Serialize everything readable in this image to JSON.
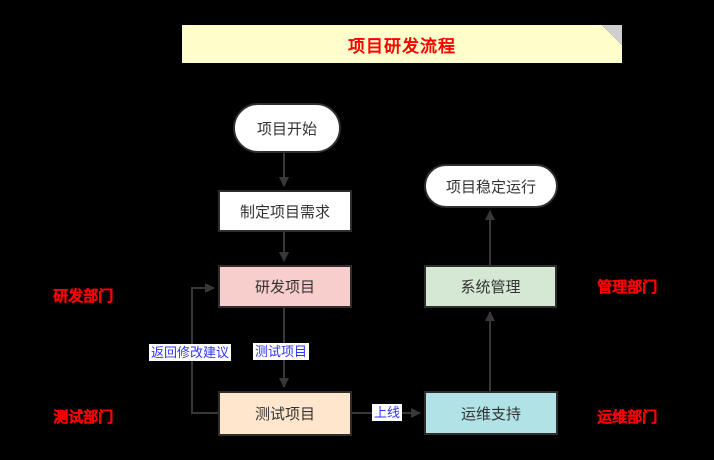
{
  "title": {
    "text": "项目研发流程"
  },
  "nodes": {
    "start": {
      "label": "项目开始",
      "shape": "stadium",
      "fill": "#FFFFFF"
    },
    "requirements": {
      "label": "制定项目需求",
      "shape": "rectangle",
      "fill": "#FFFFFF"
    },
    "develop": {
      "label": "研发项目",
      "shape": "rectangle",
      "fill": "#F8CECC"
    },
    "test": {
      "label": "测试项目",
      "shape": "rectangle",
      "fill": "#FFE6CC"
    },
    "stable": {
      "label": "项目稳定运行",
      "shape": "stadium",
      "fill": "#FFFFFF"
    },
    "sysmgmt": {
      "label": "系统管理",
      "shape": "rectangle",
      "fill": "#D5E8D4"
    },
    "ops": {
      "label": "运维支持",
      "shape": "rectangle",
      "fill": "#B1E3E6"
    }
  },
  "edge_labels": {
    "to_test": "测试项目",
    "feedback": "返回修改建议",
    "golive": "上线"
  },
  "department_labels": {
    "dev": "研发部门",
    "test": "测试部门",
    "mgmt": "管理部门",
    "ops": "运维部门"
  },
  "colors": {
    "background": "#000000",
    "banner_fill": "#FFFFCC",
    "banner_fold": "#CFCFCF",
    "title_text": "#FF0000",
    "node_border": "#2E2E2E",
    "node_text": "#333333",
    "edge_stroke": "#383838",
    "edge_label_text": "#3333FF",
    "edge_label_bg": "#FFFFFF",
    "department_text": "#FF0000"
  }
}
